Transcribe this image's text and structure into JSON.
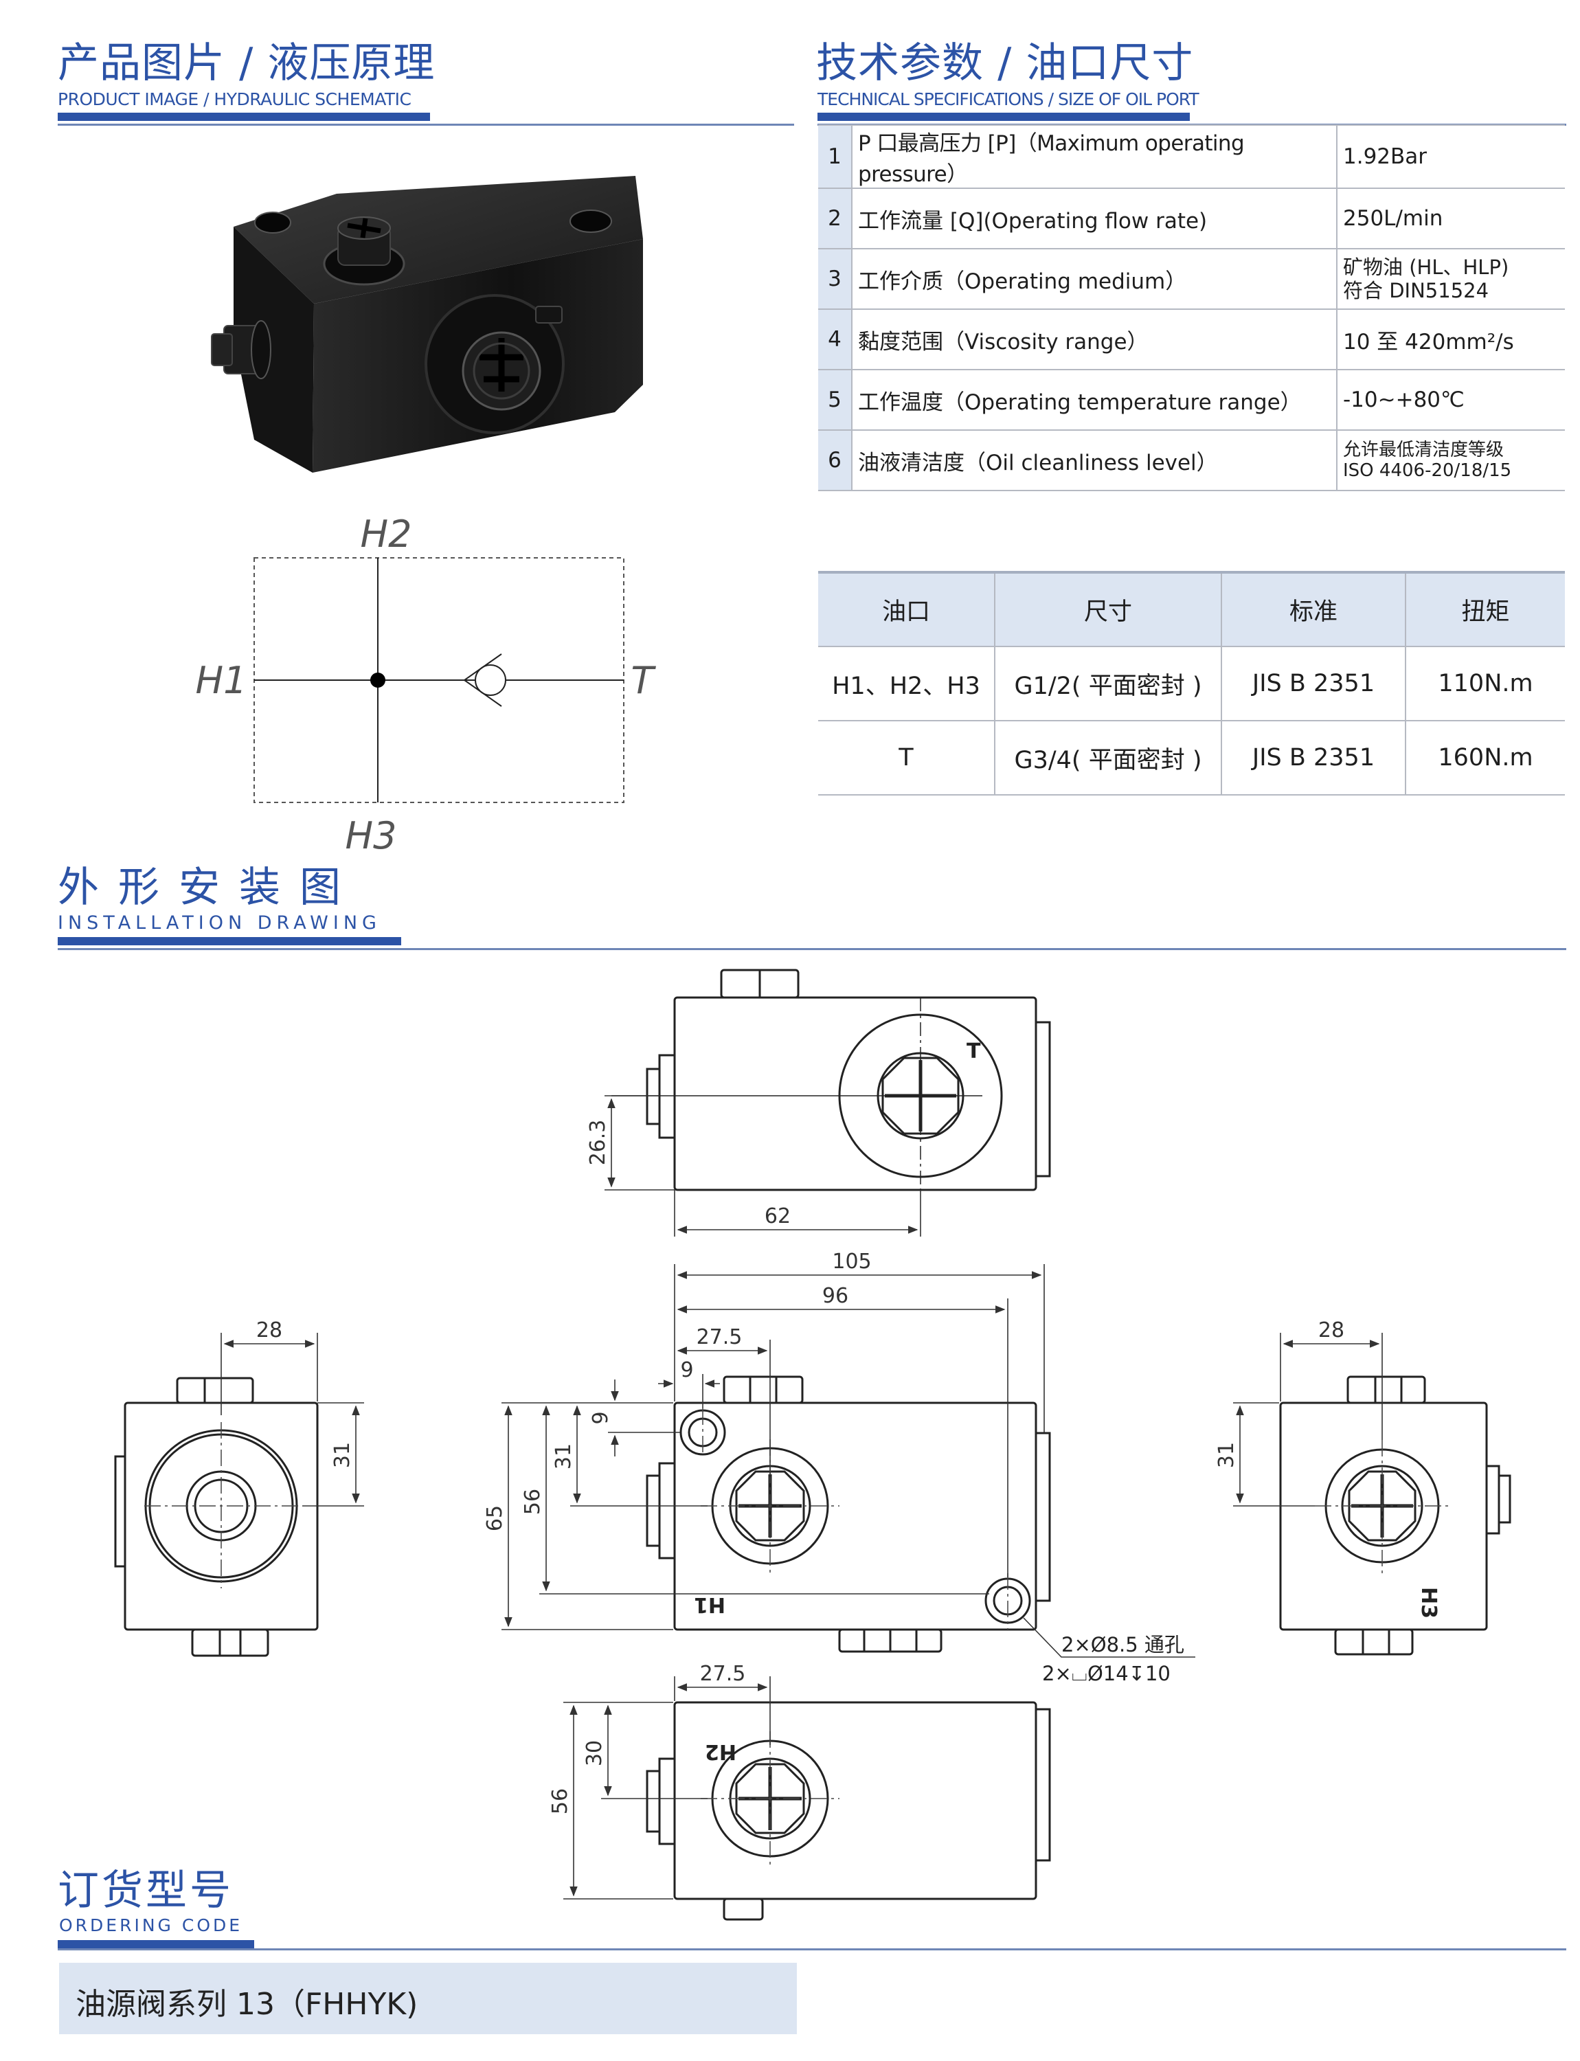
{
  "sections": {
    "product": {
      "title": "产品图片 / 液压原理",
      "subtitle": "PRODUCT IMAGE / HYDRAULIC SCHEMATIC"
    },
    "specs": {
      "title": "技术参数 / 油口尺寸",
      "subtitle": "TECHNICAL SPECIFICATIONS / SIZE OF OIL PORT"
    },
    "installation": {
      "title": "外形安装图",
      "subtitle": "INSTALLATION DRAWING"
    },
    "ordering": {
      "title": "订货型号",
      "subtitle": "ORDERING CODE"
    }
  },
  "schematic": {
    "labels": {
      "top": "H2",
      "left": "H1",
      "right": "T",
      "bottom": "H3"
    }
  },
  "spec_table": [
    {
      "no": "1",
      "label": "P 口最高压力 [P]（Maximum operating pressure）",
      "value": [
        "1.92Bar"
      ]
    },
    {
      "no": "2",
      "label": "工作流量 [Q](Operating flow rate)",
      "value": [
        "250L/min"
      ]
    },
    {
      "no": "3",
      "label": "工作介质（Operating medium）",
      "value": [
        "矿物油 (HL、HLP)",
        "符合 DIN51524"
      ]
    },
    {
      "no": "4",
      "label": "黏度范围（Viscosity range）",
      "value": [
        "10 至 420mm²/s"
      ]
    },
    {
      "no": "5",
      "label": "工作温度（Operating temperature range）",
      "value": [
        "-10~+80℃"
      ]
    },
    {
      "no": "6",
      "label": "油液清洁度（Oil cleanliness level）",
      "value": [
        "允许最低清洁度等级",
        "ISO 4406-20/18/15"
      ]
    }
  ],
  "port_table": {
    "headers": [
      "油口",
      "尺寸",
      "标准",
      "扭矩"
    ],
    "rows": [
      [
        "H1、H2、H3",
        "G1/2( 平面密封 )",
        "JIS B 2351",
        "110N.m"
      ],
      [
        "T",
        "G3/4( 平面密封 )",
        "JIS B 2351",
        "160N.m"
      ]
    ]
  },
  "drawing": {
    "port_marks": {
      "top_view": "T",
      "front_view": "H1",
      "right_view": "H3",
      "bottom_view": "H2"
    },
    "dims": {
      "top_26_3": "26.3",
      "top_62": "62",
      "front_105": "105",
      "front_96": "96",
      "front_27_5": "27.5",
      "front_9h": "9",
      "front_9v": "9",
      "front_31": "31",
      "front_56": "56",
      "front_65": "65",
      "left_28": "28",
      "left_31": "31",
      "right_28": "28",
      "right_31": "31",
      "bottom_27_5": "27.5",
      "bottom_30": "30",
      "bottom_56": "56"
    },
    "notes": {
      "through_hole": "2×Ø8.5 通孔",
      "counterbore": "2×⌴Ø14↧10"
    }
  },
  "ordering": {
    "text": "油源阀系列 13（FHHYK)"
  },
  "colors": {
    "accent": "#2c53a6",
    "table_fill": "#dce5f2",
    "rule": "#6e86b6"
  }
}
